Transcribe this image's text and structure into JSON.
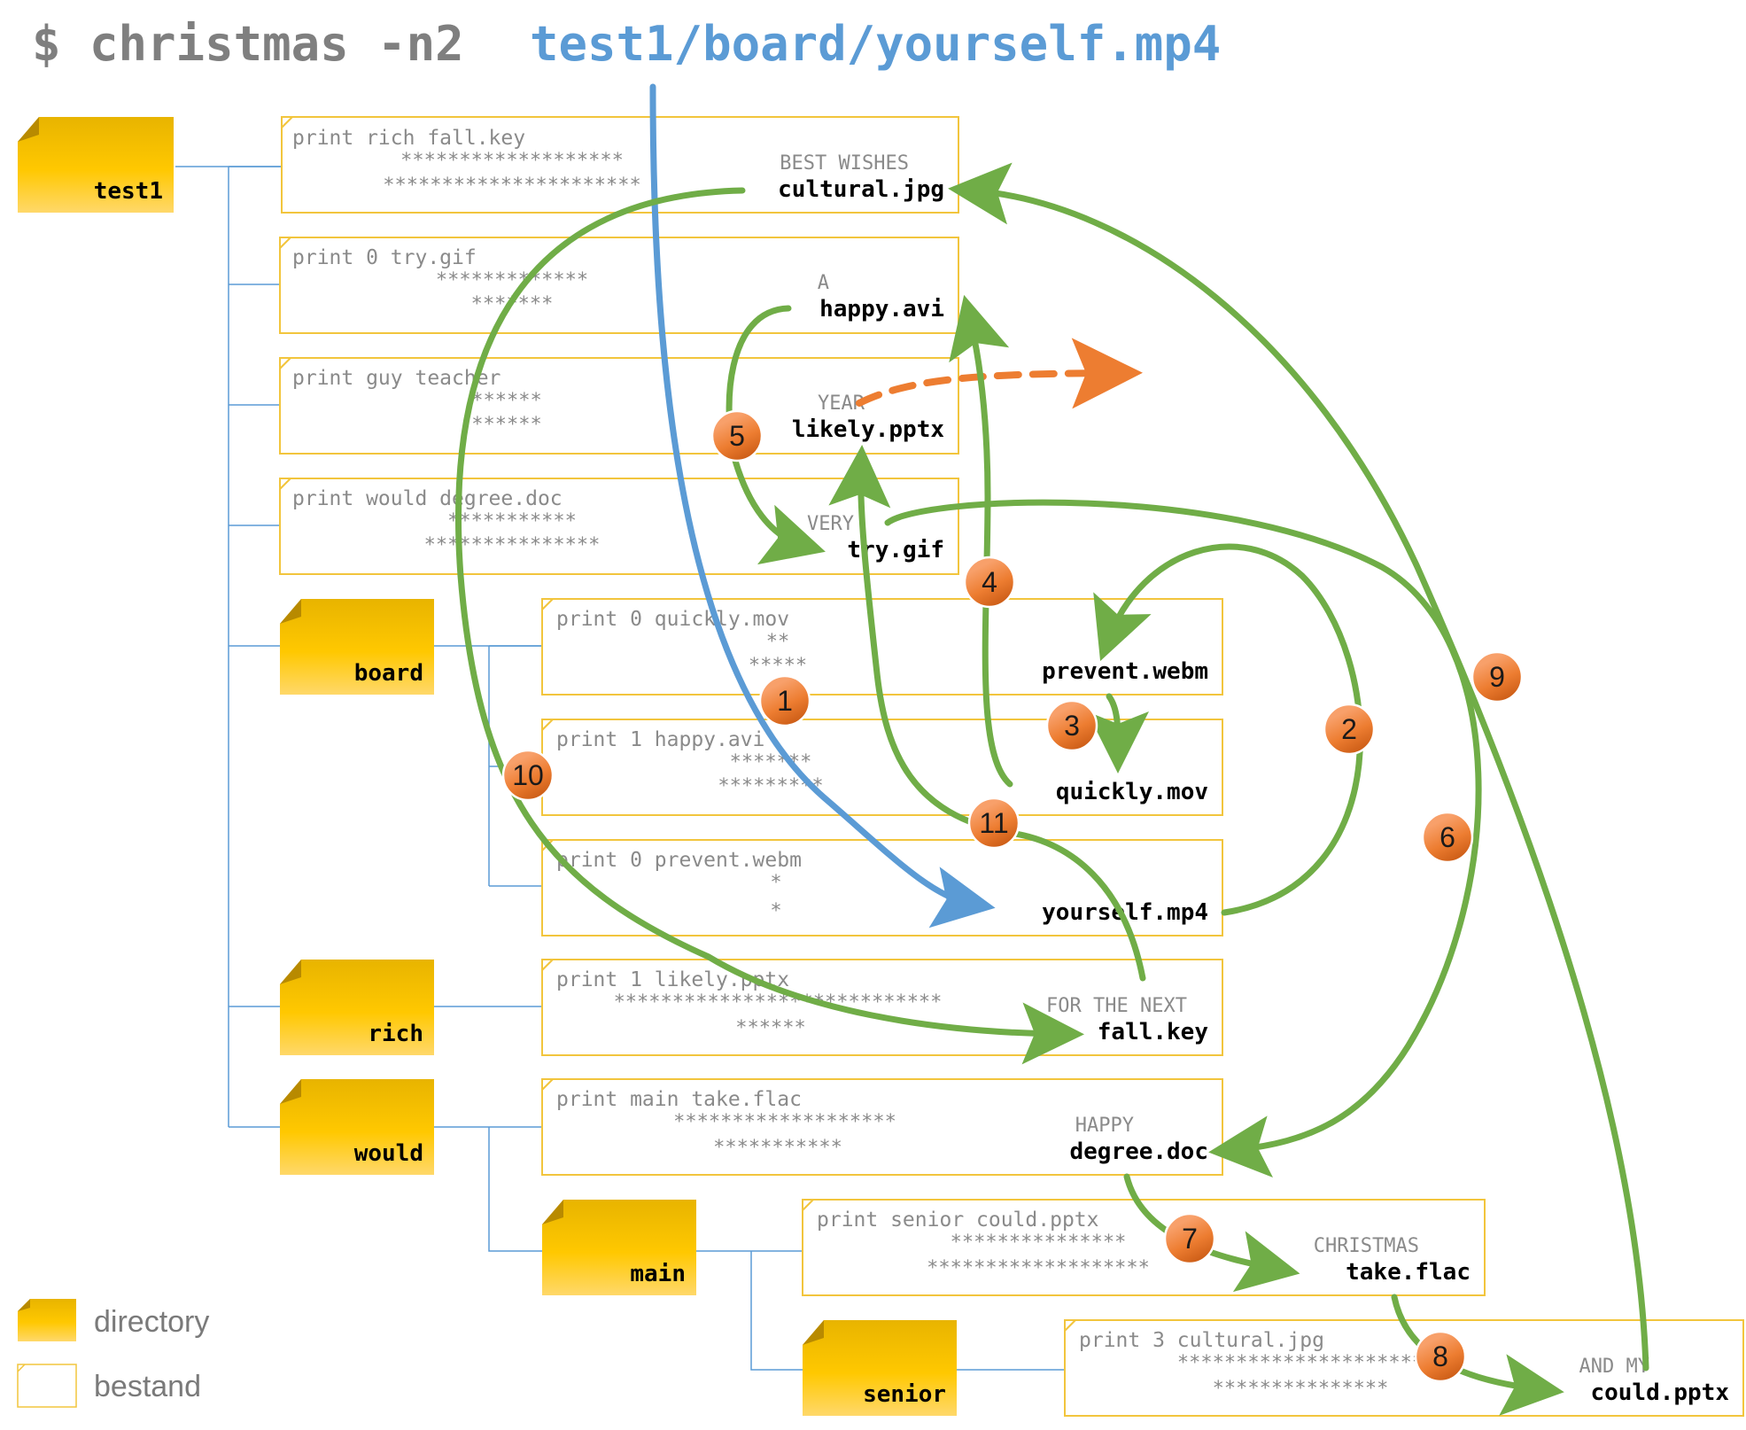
{
  "command": {
    "prompt": "$ christmas -n2",
    "path": "test1/board/yourself.mp4",
    "prompt_color": "#7f7f7f",
    "path_color": "#5b9bd5"
  },
  "colors": {
    "folder_top": "#e8b400",
    "folder_bottom": "#ffd45a",
    "file_border": "#f2c53d",
    "tree_line": "#5b9bd5",
    "green_arrow": "#70ad47",
    "blue_arrow": "#5b9bd5",
    "orange_arrow": "#ed7d31",
    "badge": "#ed7d31"
  },
  "directories": [
    {
      "id": "test1",
      "name": "test1"
    },
    {
      "id": "board",
      "name": "board"
    },
    {
      "id": "rich",
      "name": "rich"
    },
    {
      "id": "would",
      "name": "would"
    },
    {
      "id": "main",
      "name": "main"
    },
    {
      "id": "senior",
      "name": "senior"
    }
  ],
  "files": [
    {
      "id": "cultural",
      "line": "print rich fall.key",
      "stars1": "*******************",
      "stars2": "**********************",
      "caption": "BEST WISHES",
      "name": "cultural.jpg"
    },
    {
      "id": "happy",
      "line": "print 0 try.gif",
      "stars1": "*************",
      "stars2": "*******",
      "caption": "A",
      "name": "happy.avi"
    },
    {
      "id": "likely",
      "line": "print guy teacher",
      "stars1": "******",
      "stars2": "******",
      "caption": "YEAR",
      "name": "likely.pptx"
    },
    {
      "id": "try",
      "line": "print would degree.doc",
      "stars1": "***********",
      "stars2": "***************",
      "caption": "VERY",
      "name": "try.gif"
    },
    {
      "id": "prevent",
      "line": "print 0 quickly.mov",
      "stars1": "**",
      "stars2": "*****",
      "caption": "",
      "name": "prevent.webm"
    },
    {
      "id": "quickly",
      "line": "print 1 happy.avi",
      "stars1": "*******",
      "stars2": "*********",
      "caption": "",
      "name": "quickly.mov"
    },
    {
      "id": "yourself",
      "line": "print 0 prevent.webm",
      "stars1": "*",
      "stars2": "*",
      "caption": "",
      "name": "yourself.mp4"
    },
    {
      "id": "fall",
      "line": "print 1 likely.pptx",
      "stars1": "****************************",
      "stars2": "******",
      "caption": "FOR THE NEXT",
      "name": "fall.key"
    },
    {
      "id": "degree",
      "line": "print main take.flac",
      "stars1": "*******************",
      "stars2": "***********",
      "caption": "HAPPY",
      "name": "degree.doc"
    },
    {
      "id": "take",
      "line": "print senior could.pptx",
      "stars1": "***************",
      "stars2": "*******************",
      "caption": "CHRISTMAS",
      "name": "take.flac"
    },
    {
      "id": "could",
      "line": "print 3 cultural.jpg",
      "stars1": "*********************",
      "stars2": "***************",
      "caption": "AND MY",
      "name": "could.pptx"
    }
  ],
  "steps": [
    "1",
    "2",
    "3",
    "4",
    "5",
    "6",
    "7",
    "8",
    "9",
    "10",
    "11"
  ],
  "legend": [
    {
      "label": "directory"
    },
    {
      "label": "bestand"
    }
  ]
}
